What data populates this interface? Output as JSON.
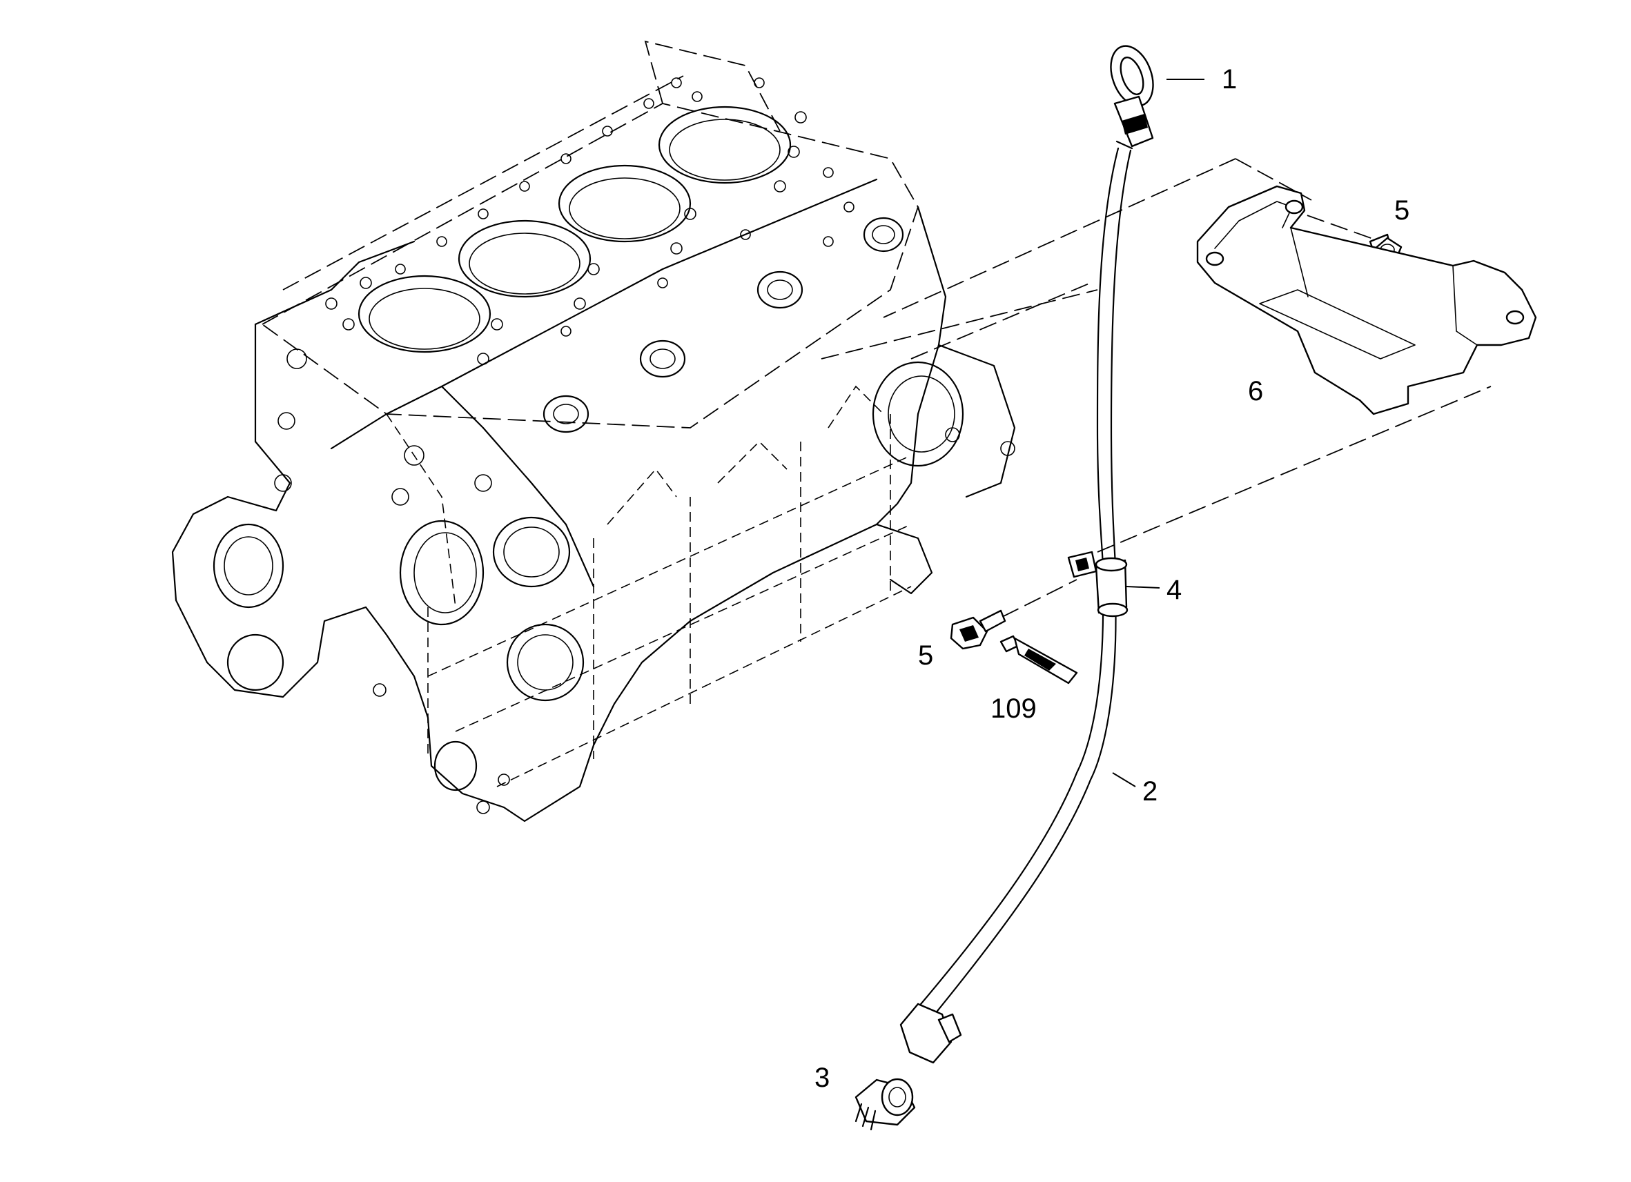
{
  "callouts": [
    {
      "id": "1",
      "label": "1"
    },
    {
      "id": "2",
      "label": "2"
    },
    {
      "id": "3",
      "label": "3"
    },
    {
      "id": "4",
      "label": "4"
    },
    {
      "id": "5a",
      "label": "5"
    },
    {
      "id": "5b",
      "label": "5"
    },
    {
      "id": "6",
      "label": "6"
    },
    {
      "id": "109",
      "label": "109"
    }
  ],
  "colors": {
    "line": "#000000",
    "background": "#ffffff"
  }
}
